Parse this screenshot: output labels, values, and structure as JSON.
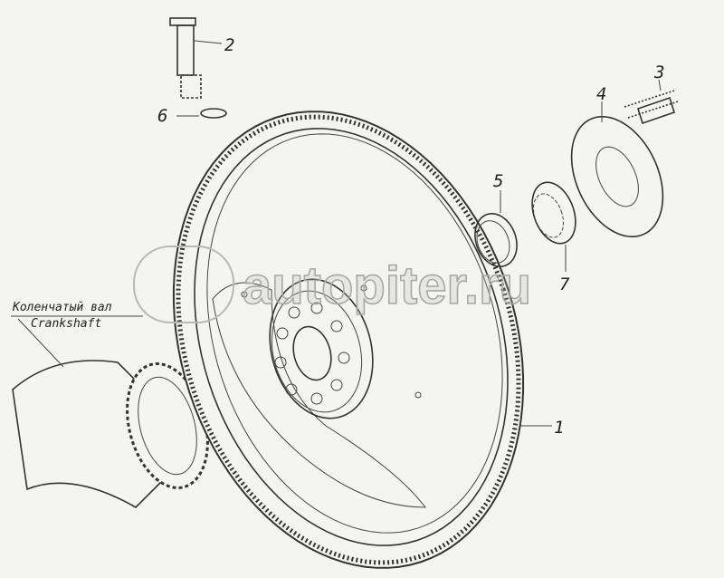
{
  "callouts": {
    "p1": "1",
    "p2": "2",
    "p3": "3",
    "p4": "4",
    "p5": "5",
    "p6": "6",
    "p7": "7"
  },
  "crankshaft_label": {
    "ru": "Коленчатый вал",
    "en": "Crankshaft"
  },
  "watermark": "autopiter.ru"
}
